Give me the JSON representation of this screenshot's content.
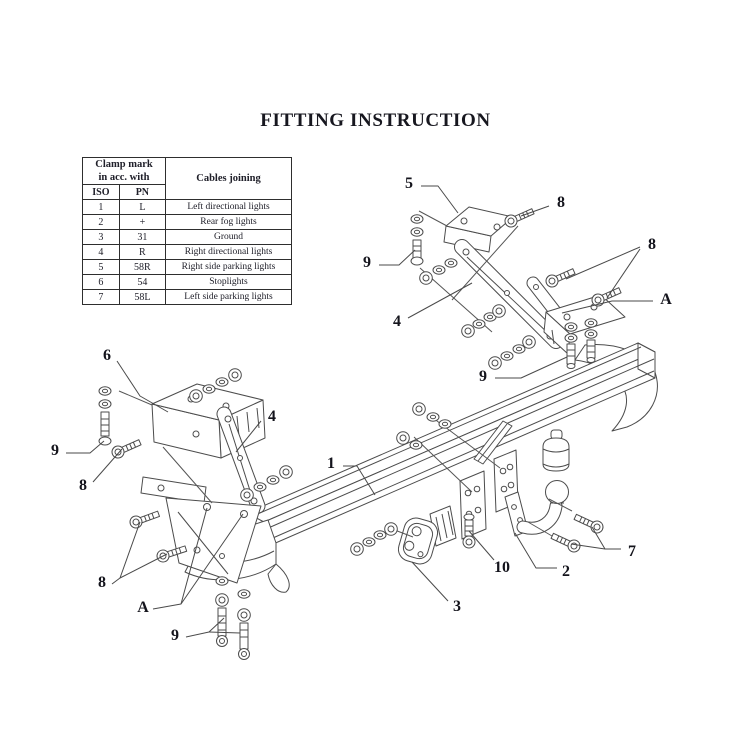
{
  "page": {
    "title": "FITTING INSTRUCTION"
  },
  "colors": {
    "ink": "#1b1b1b",
    "line_art": "#4c4c4c"
  },
  "table": {
    "header": {
      "clamp": "Clamp mark\nin acc. with",
      "cables": "Cables joining",
      "iso": "ISO",
      "pn": "PN"
    },
    "rows": [
      {
        "iso": "1",
        "pn": "L",
        "cables": "Left directional lights"
      },
      {
        "iso": "2",
        "pn": "+",
        "cables": "Rear fog lights"
      },
      {
        "iso": "3",
        "pn": "31",
        "cables": "Ground"
      },
      {
        "iso": "4",
        "pn": "R",
        "cables": "Right directional lights"
      },
      {
        "iso": "5",
        "pn": "58R",
        "cables": "Right side parking lights"
      },
      {
        "iso": "6",
        "pn": "54",
        "cables": "Stoplights"
      },
      {
        "iso": "7",
        "pn": "58L",
        "cables": "Left side parking lights"
      }
    ]
  },
  "diagram": {
    "callouts": [
      {
        "label": "5"
      },
      {
        "label": "8"
      },
      {
        "label": "9"
      },
      {
        "label": "8"
      },
      {
        "label": "A"
      },
      {
        "label": "4"
      },
      {
        "label": "9"
      },
      {
        "label": "6"
      },
      {
        "label": "9"
      },
      {
        "label": "8"
      },
      {
        "label": "4"
      },
      {
        "label": "1"
      },
      {
        "label": "8"
      },
      {
        "label": "A"
      },
      {
        "label": "9"
      },
      {
        "label": "3"
      },
      {
        "label": "10"
      },
      {
        "label": "2"
      },
      {
        "label": "7"
      }
    ]
  }
}
